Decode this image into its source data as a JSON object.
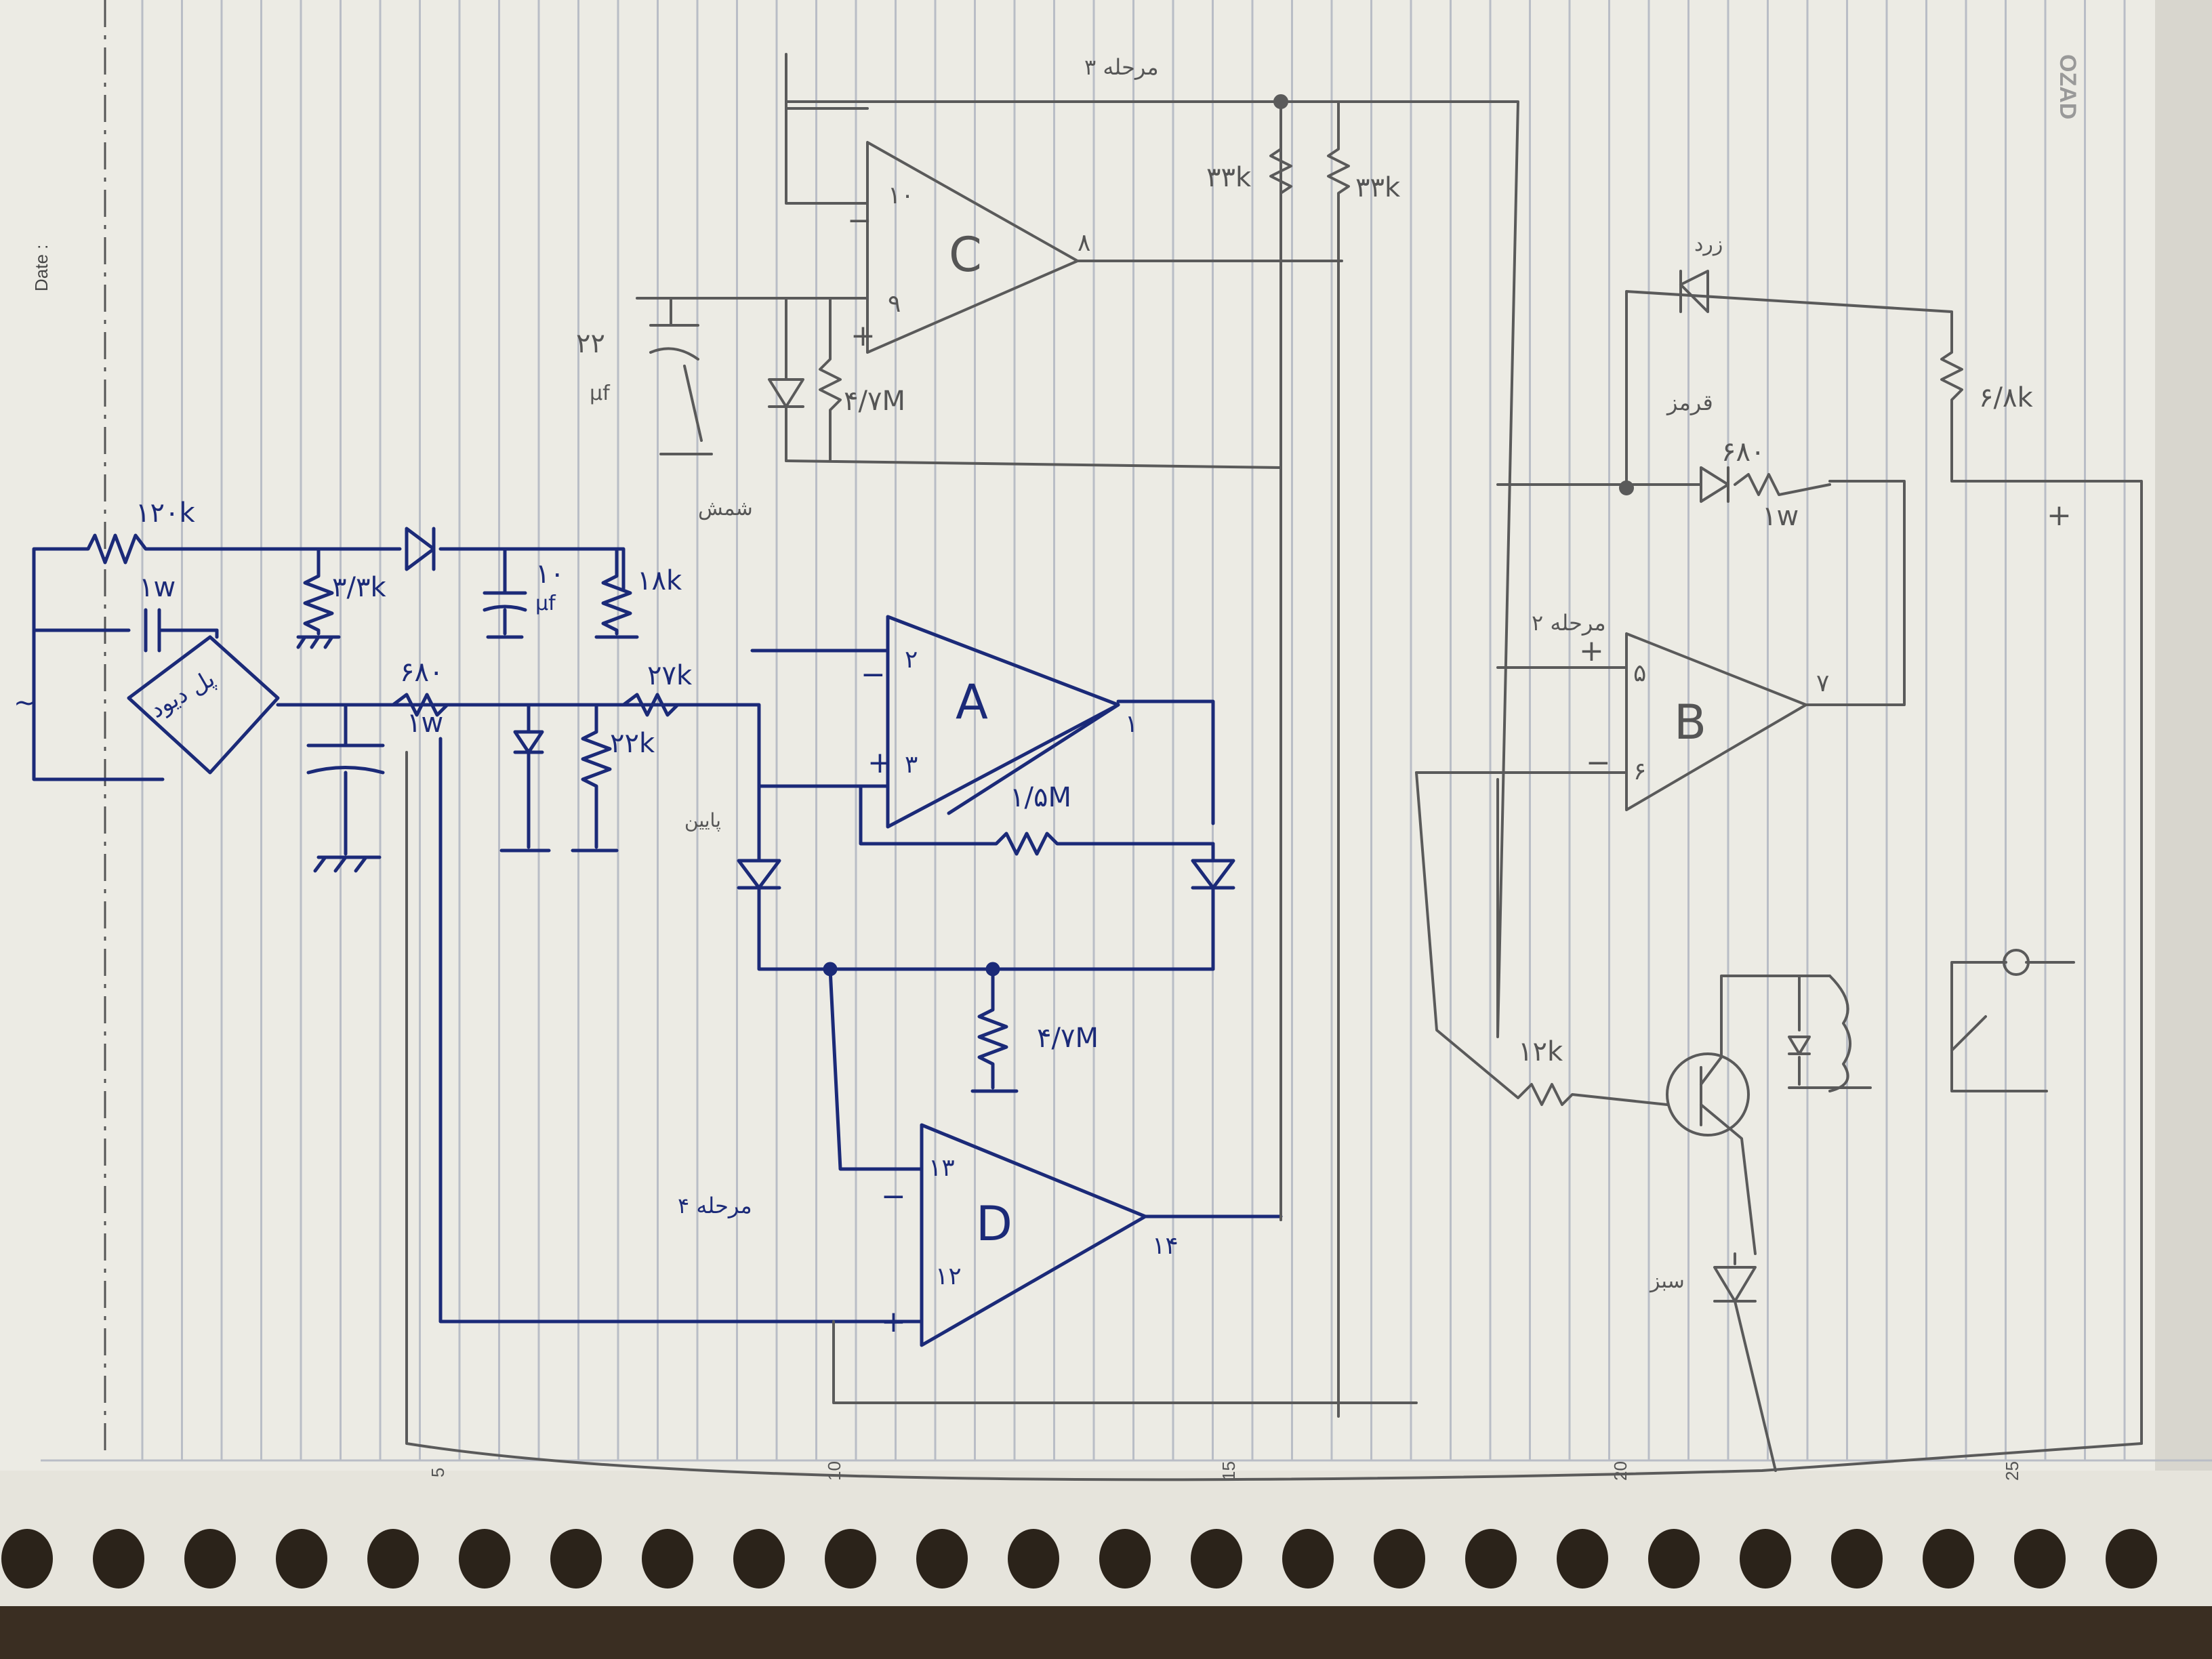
{
  "notebook": {
    "date_label": "Date :",
    "brand": "OZAD",
    "margin_numbers": [
      "5",
      "10",
      "15",
      "20",
      "25"
    ]
  },
  "labels": {
    "r_input": "۱۲۰k",
    "r_input_w": "۱w",
    "bridge": "پل دیود",
    "r_33k": "۳/۳k",
    "cap_10": "۱۰",
    "cap_10_uf": "μf",
    "r_18k": "۱۸k",
    "r_680": "۶۸۰",
    "r_680_w": "۱w",
    "r_27k": "۲۷k",
    "r_22k": "۲۲k",
    "r_15m": "۱/۵M",
    "r_47m": "۴/۷M",
    "cap_22": "۲۲",
    "cap_22_uf": "μf",
    "r_4m": "۴/۷M",
    "r_33k_a": "۳۳k",
    "r_33k_b": "۳۳k",
    "r_68k": "۶/۸k",
    "r_680_b": "۶۸۰",
    "r_680_b_w": "۱w",
    "led_red": "قرمز",
    "led_yellow": "زرد",
    "led_green": "سبز",
    "r_12k": "۱۲k",
    "label_ac": "~",
    "label_shimsh": "شمش",
    "label_payin": "پایین",
    "label_mp": "مرحله ۴",
    "label_mp_top": "مرحله ۳",
    "label_mp_b": "مرحله ۲"
  },
  "opamps": {
    "a": {
      "name": "A",
      "pin_neg": "۲",
      "pin_pos": "۳",
      "pin_out": "۱"
    },
    "b": {
      "name": "B",
      "pin_pos": "۵",
      "pin_neg": "۶",
      "pin_out": "۷"
    },
    "c": {
      "name": "C",
      "pin_neg": "۱۰",
      "pin_pos": "۹",
      "pin_out": "۸"
    },
    "d": {
      "name": "D",
      "pin_neg": "۱۳",
      "pin_pos": "۱۲",
      "pin_out": "۱۴"
    }
  },
  "signs": {
    "plus": "+",
    "minus": "−"
  },
  "colors": {
    "paper": "#ecebe4",
    "ink": "#1b2a78",
    "pencil": "#5a5a5a",
    "rule": "#b9bdc6"
  }
}
